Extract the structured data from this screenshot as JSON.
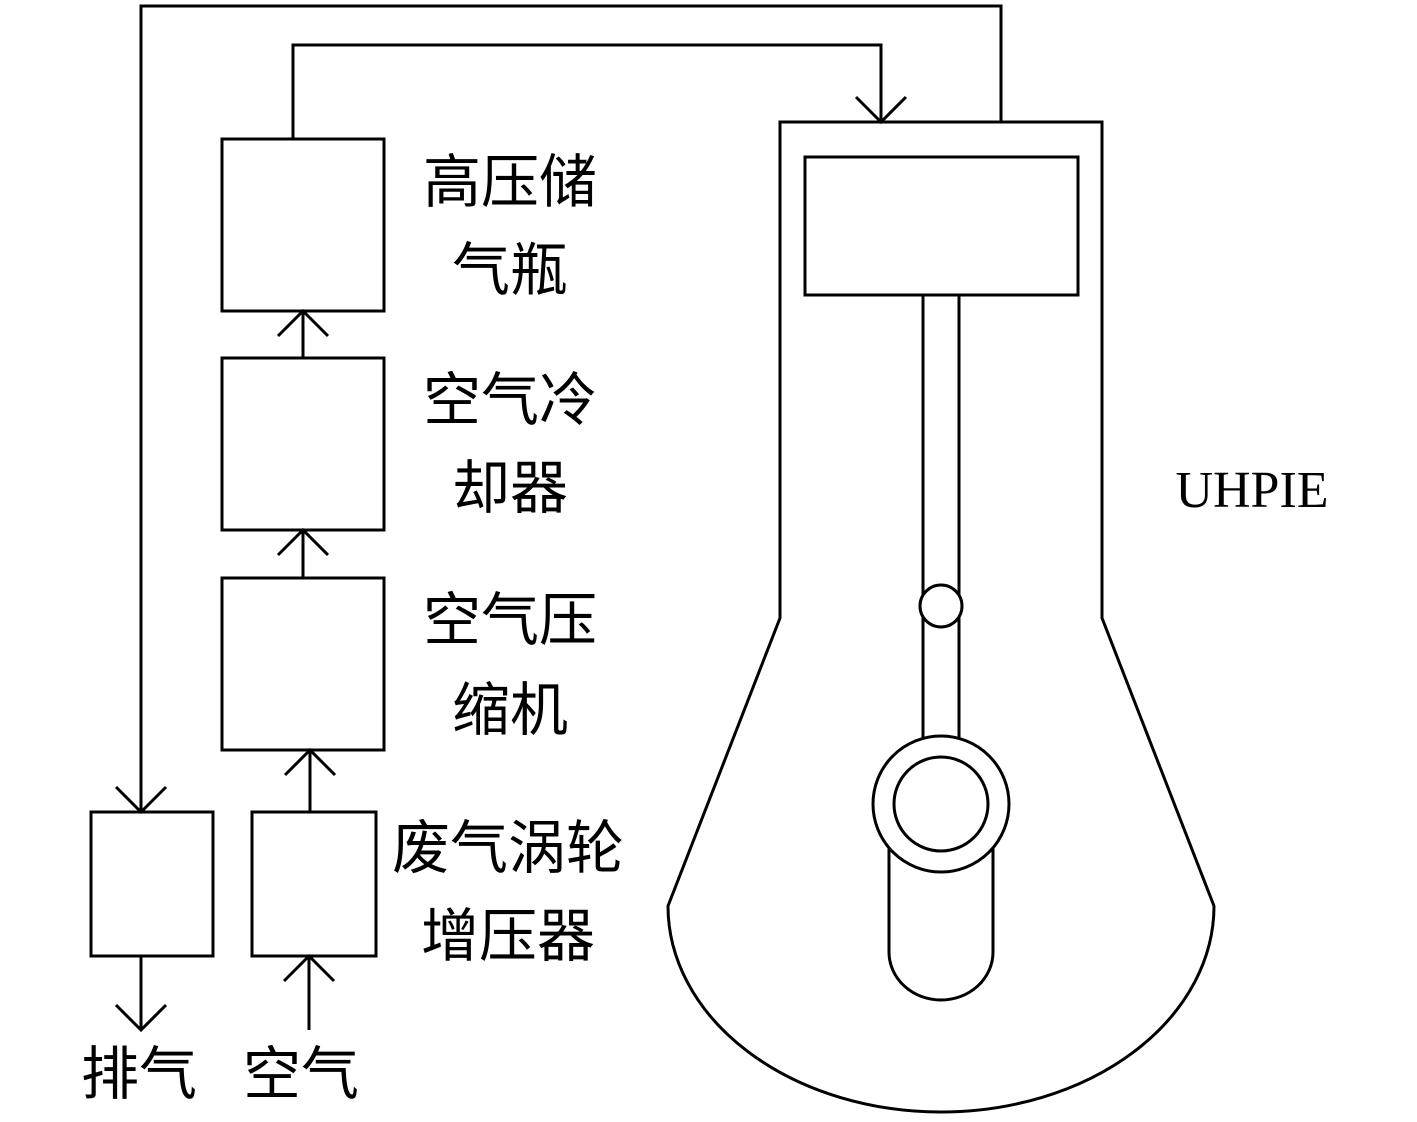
{
  "labels": {
    "storage_line1": "高压储",
    "storage_line2": "气瓶",
    "cooler_line1": "空气冷",
    "cooler_line2": "却器",
    "compressor_line1": "空气压",
    "compressor_line2": "缩机",
    "turbo_line1": "废气涡轮",
    "turbo_line2": "增压器",
    "exhaust": "排气",
    "air": "空气",
    "engine": "UHPIE"
  }
}
